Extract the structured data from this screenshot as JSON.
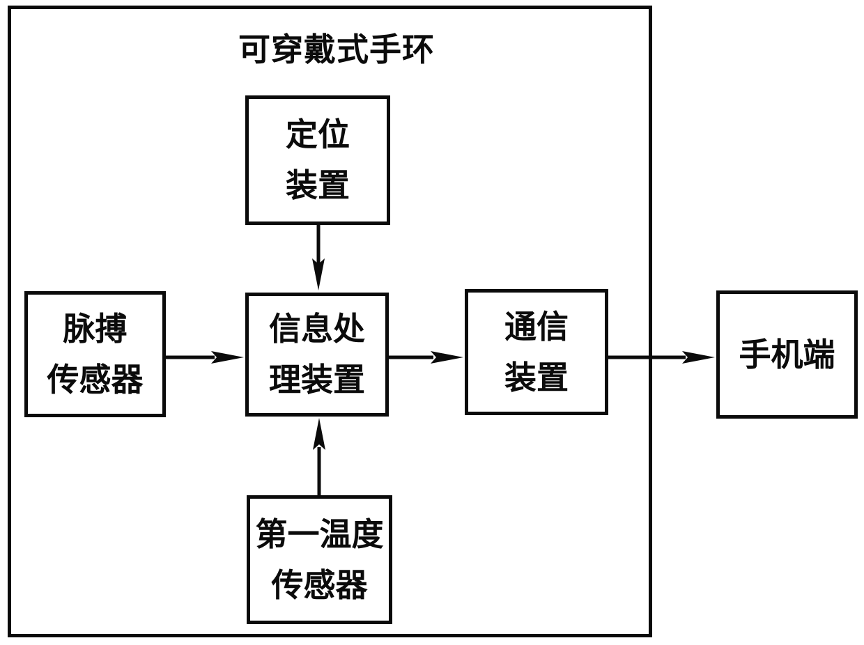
{
  "diagram": {
    "title": "可穿戴式手环",
    "colors": {
      "ink": "#0b0b0b",
      "background": "#ffffff"
    },
    "nodes": {
      "positioning": {
        "label": "定位装置",
        "lines": [
          "定位",
          "装置"
        ]
      },
      "pulse": {
        "label": "脉搏传感器",
        "lines": [
          "脉搏",
          "传感器"
        ]
      },
      "info": {
        "label": "信息处理装置",
        "lines": [
          "信息处",
          "理装置"
        ]
      },
      "comm": {
        "label": "通信装置",
        "lines": [
          "通信",
          "装置"
        ]
      },
      "temp": {
        "label": "第一温度传感器",
        "lines": [
          "第一温度",
          "传感器"
        ]
      },
      "phone": {
        "label": "手机端",
        "lines": [
          "手机端"
        ]
      }
    },
    "edges": [
      {
        "from": "定位装置",
        "to": "信息处理装置",
        "direction": "down"
      },
      {
        "from": "脉搏传感器",
        "to": "信息处理装置",
        "direction": "right"
      },
      {
        "from": "信息处理装置",
        "to": "通信装置",
        "direction": "right"
      },
      {
        "from": "第一温度传感器",
        "to": "信息处理装置",
        "direction": "up"
      },
      {
        "from": "通信装置",
        "to": "手机端",
        "direction": "right"
      }
    ]
  }
}
